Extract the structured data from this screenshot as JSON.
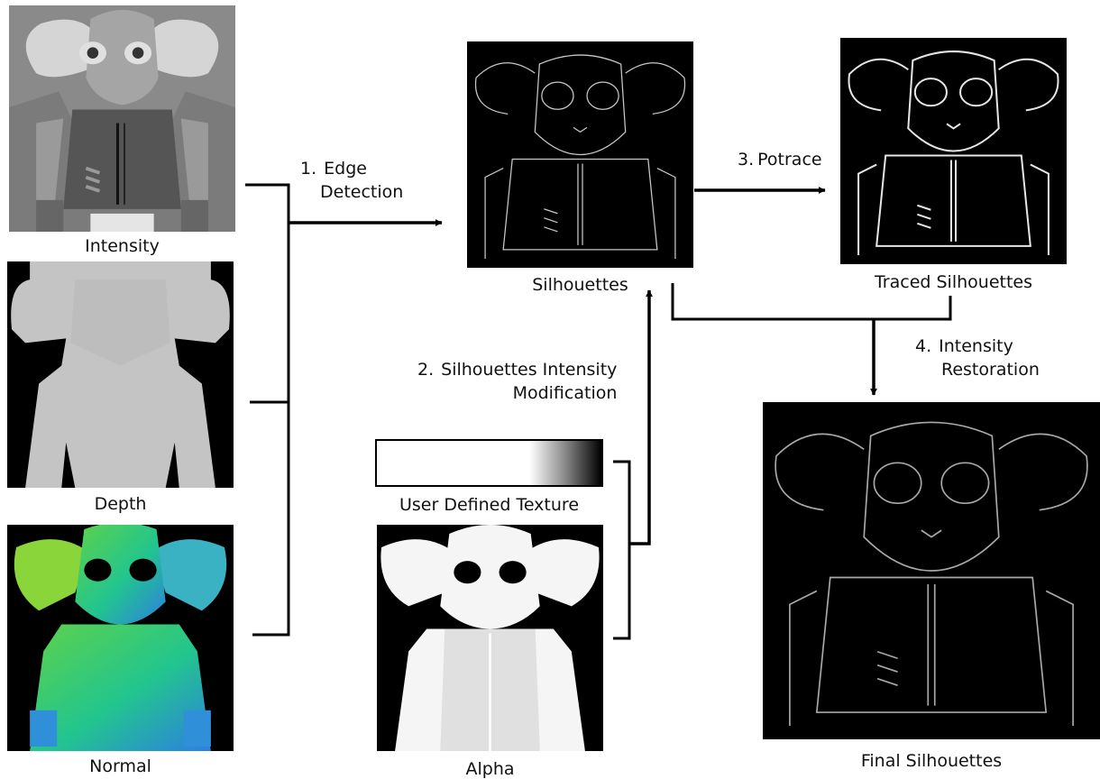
{
  "panels": {
    "intensity": {
      "caption": "Intensity"
    },
    "depth": {
      "caption": "Depth"
    },
    "normal": {
      "caption": "Normal"
    },
    "silhouettes": {
      "caption": "Silhouettes"
    },
    "traced": {
      "caption": "Traced Silhouettes"
    },
    "texture": {
      "caption": "User Defined Texture"
    },
    "alpha": {
      "caption": "Alpha"
    },
    "final": {
      "caption": "Final Silhouettes"
    }
  },
  "steps": {
    "s1": {
      "num": "1.",
      "line1": "Edge",
      "line2": "Detection"
    },
    "s2": {
      "num": "2.",
      "line1": "Silhouettes Intensity",
      "line2": "Modification"
    },
    "s3": {
      "num": "3.",
      "line1": "Potrace"
    },
    "s4": {
      "num": "4.",
      "line1": "Intensity",
      "line2": "Restoration"
    }
  },
  "colors": {
    "edge_background": "#000000",
    "edge_stroke": "#d8d8d8",
    "intensity_background": "#8a8a8a",
    "depth_body": "#c9c9c9",
    "alpha_body": "#f4f4f4"
  }
}
